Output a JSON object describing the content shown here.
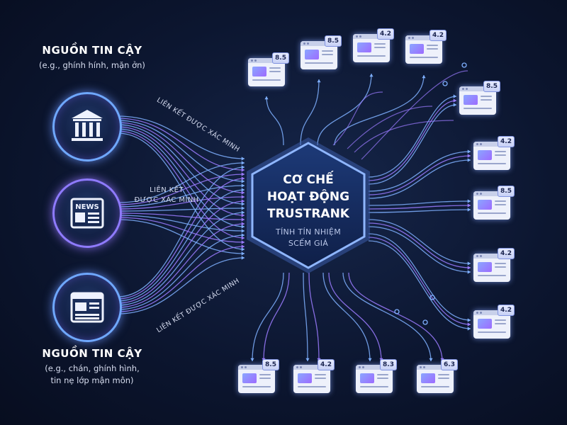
{
  "sources": {
    "top_title": "NGUỒN TIN CẬY",
    "top_subtitle": "(e.g., ghính hính, mặn ởn)",
    "bottom_title": "NGUỒN TIN CẬY",
    "bottom_subtitle_line1": "(e.g., chán, ghính hình,",
    "bottom_subtitle_line2": "tin nẹ lớp mận môn)",
    "news_icon_text": "NEWS"
  },
  "edge_labels": {
    "top_line1": "LIÊN KẾT ĐƯỢC XÁC MINH",
    "middle_line1": "LIÊN KẾT",
    "middle_line2": "ĐƯỢC XÁC MINH",
    "bottom_line1": "LIÊN KẾT ĐƯỢC XÁC MINH"
  },
  "center": {
    "title_line1": "CƠ CHẾ",
    "title_line2": "HOẠT ĐỘNG",
    "title_line3": "TRUSTRANK",
    "subtitle_line1": "TÍNH TÍN NHIỆM",
    "subtitle_line2": "SCẾM GIÁ"
  },
  "pages": [
    {
      "score": "8.5"
    },
    {
      "score": "8.5"
    },
    {
      "score": "4.2"
    },
    {
      "score": "4.2"
    },
    {
      "score": "8.5"
    },
    {
      "score": "4.2"
    },
    {
      "score": "8.5"
    },
    {
      "score": "4.2"
    },
    {
      "score": "4.2"
    },
    {
      "score": "8.5"
    },
    {
      "score": "4.2"
    },
    {
      "score": "8.3"
    },
    {
      "score": "6.3"
    }
  ],
  "colors": {
    "background": "#0c1630",
    "wire_blue": "#7fb0ff",
    "wire_purple": "#9b7bff",
    "hex_border": "#8fb6ff"
  }
}
